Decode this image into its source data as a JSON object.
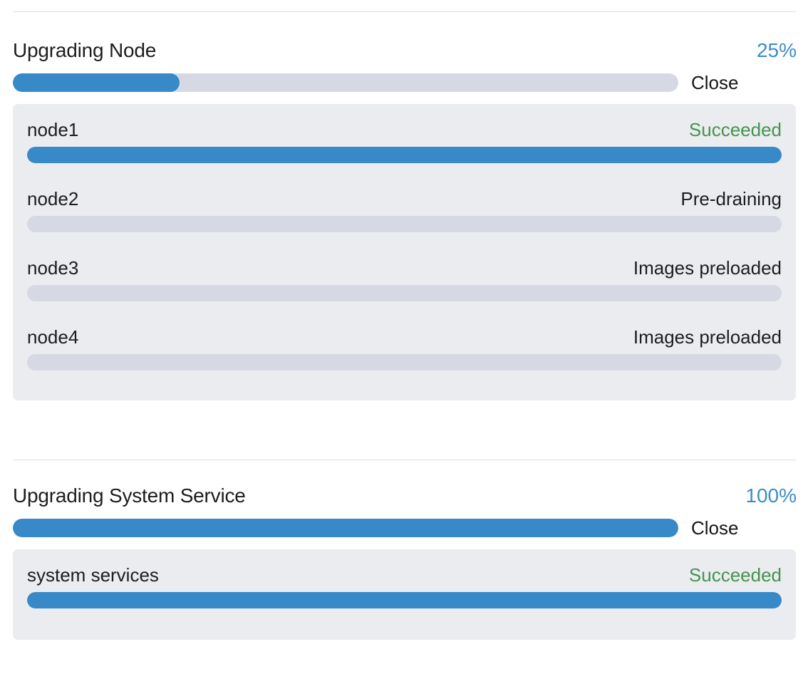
{
  "sections": [
    {
      "title": "Upgrading Node",
      "percent_label": "25%",
      "percent_value": 25,
      "close_label": "Close",
      "rows": [
        {
          "name": "node1",
          "status": "Succeeded",
          "status_kind": "succeeded",
          "percent": 100
        },
        {
          "name": "node2",
          "status": "Pre-draining",
          "status_kind": "neutral",
          "percent": 0
        },
        {
          "name": "node3",
          "status": "Images preloaded",
          "status_kind": "neutral",
          "percent": 0
        },
        {
          "name": "node4",
          "status": "Images preloaded",
          "status_kind": "neutral",
          "percent": 0
        }
      ]
    },
    {
      "title": "Upgrading System Service",
      "percent_label": "100%",
      "percent_value": 100,
      "close_label": "Close",
      "rows": [
        {
          "name": "system services",
          "status": "Succeeded",
          "status_kind": "succeeded",
          "percent": 100
        }
      ]
    }
  ],
  "colors": {
    "accent_blue": "#3789c8",
    "percent_blue": "#3c8dc8",
    "success_green": "#46934d",
    "track_gray": "#d6d9e3",
    "panel_gray": "#eaecf0",
    "divider_gray": "#dcdde3",
    "text_dark": "#1d1d1f"
  }
}
